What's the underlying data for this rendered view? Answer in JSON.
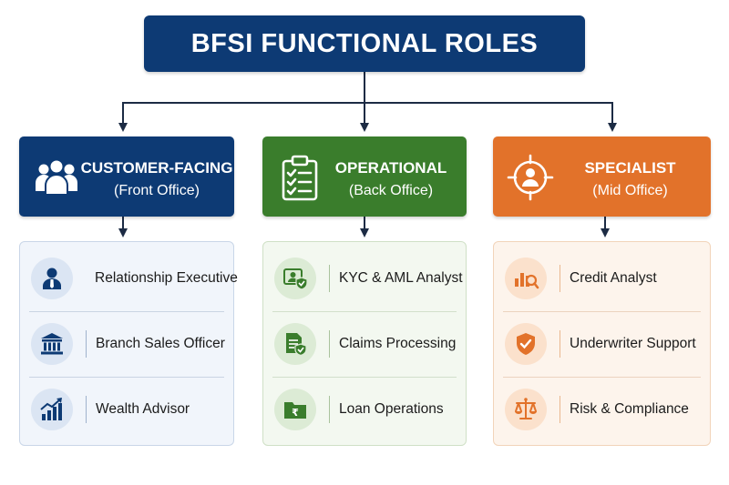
{
  "title": "BFSI FUNCTIONAL ROLES",
  "colors": {
    "navy": "#0d3a74",
    "green": "#3a7d2c",
    "orange": "#e2722a",
    "connector": "#1c2b44"
  },
  "columns": [
    {
      "title": "CUSTOMER-FACING",
      "subtitle": "(Front Office)",
      "icon": "people-group-icon",
      "roles": [
        {
          "label": "Relationship Executive",
          "icon": "person-icon"
        },
        {
          "label": "Branch Sales Officer",
          "icon": "bank-building-icon"
        },
        {
          "label": "Wealth Advisor",
          "icon": "growth-chart-icon"
        }
      ]
    },
    {
      "title": "OPERATIONAL",
      "subtitle": "(Back Office)",
      "icon": "clipboard-checklist-icon",
      "roles": [
        {
          "label": "KYC & AML Analyst",
          "icon": "id-card-shield-icon"
        },
        {
          "label": "Claims Processing",
          "icon": "document-check-icon"
        },
        {
          "label": "Loan Operations",
          "icon": "rupee-folder-icon"
        }
      ]
    },
    {
      "title": "SPECIALIST",
      "subtitle": "(Mid Office)",
      "icon": "target-person-icon",
      "roles": [
        {
          "label": "Credit Analyst",
          "icon": "chart-magnifier-icon"
        },
        {
          "label": "Underwriter Support",
          "icon": "shield-check-icon"
        },
        {
          "label": "Risk & Compliance",
          "icon": "scales-icon"
        }
      ]
    }
  ]
}
